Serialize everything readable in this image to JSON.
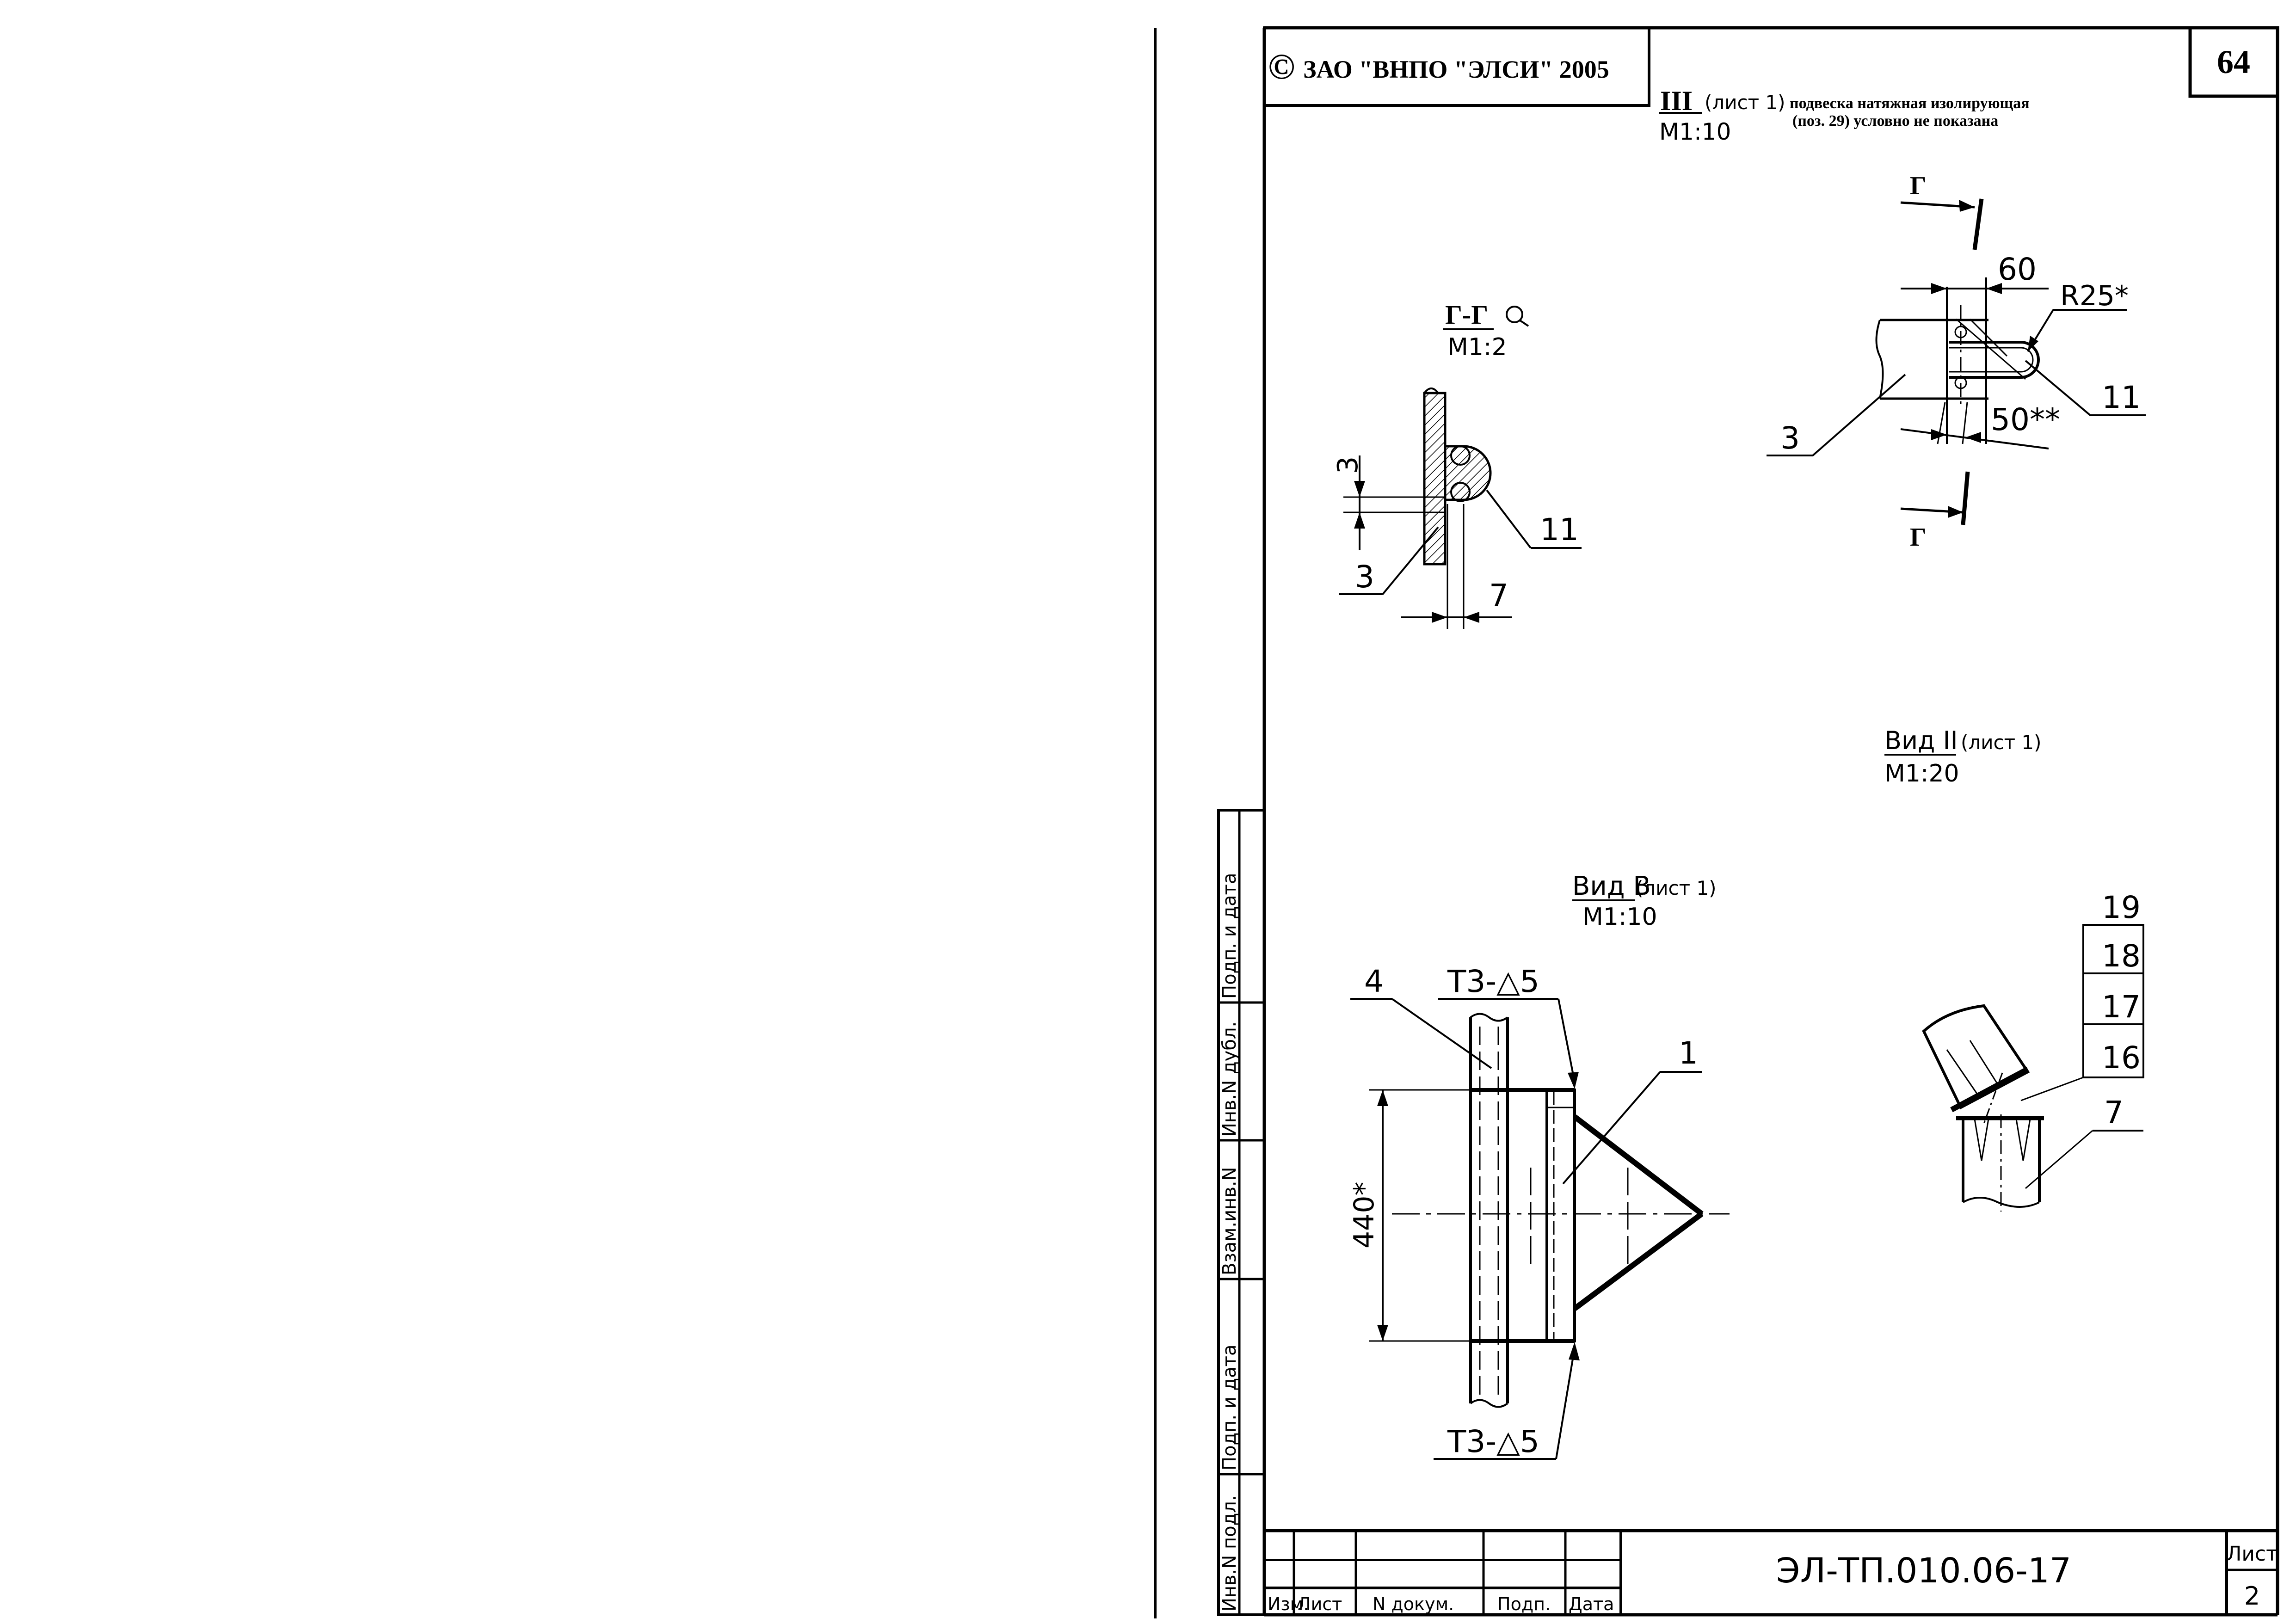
{
  "header": {
    "copyright_symbol": "©",
    "company": "ЗАО \"ВНПО \"ЭЛСИ\" 2005",
    "page_number": "64"
  },
  "views": {
    "detail_iii": {
      "label": "III",
      "sheet_ref": "(лист 1)",
      "scale": "М1:10",
      "note_line1": "подвеска натяжная изолирующая",
      "note_line2": "(поз. 29) условно не показана",
      "cut_mark_top": "Г",
      "cut_mark_bottom": "Г",
      "dim_60": "60",
      "dim_r25": "R25*",
      "dim_50": "50**",
      "callout_3": "3",
      "callout_11": "11"
    },
    "section_gg": {
      "label": "Г-Г",
      "scale": "М1:2",
      "dim_3_top": "3",
      "callout_3": "3",
      "callout_11": "11",
      "dim_7": "7"
    },
    "view_ii": {
      "label": "Вид II",
      "sheet_ref": "(лист 1)",
      "scale": "М1:20",
      "callouts": [
        "19",
        "18",
        "17",
        "16",
        "7"
      ]
    },
    "view_v": {
      "label": "Вид В",
      "sheet_ref": "(лист 1)",
      "scale": "М1:10",
      "callout_4": "4",
      "callout_1": "1",
      "weld_top": "Т3-△5",
      "weld_bottom": "Т3-△5",
      "dim_440": "440*"
    }
  },
  "side_stamp": {
    "labels": [
      "Подп. и дата",
      "Инв.N дубл.",
      "Взам.инв.N",
      "Подп. и дата",
      "Инв.N подл."
    ]
  },
  "title_block": {
    "columns": [
      "Изм.",
      "Лист",
      "N докум.",
      "Подп.",
      "Дата"
    ],
    "designation": "ЭЛ-ТП.010.06-17",
    "sheet_label": "Лист",
    "sheet_number": "2"
  }
}
